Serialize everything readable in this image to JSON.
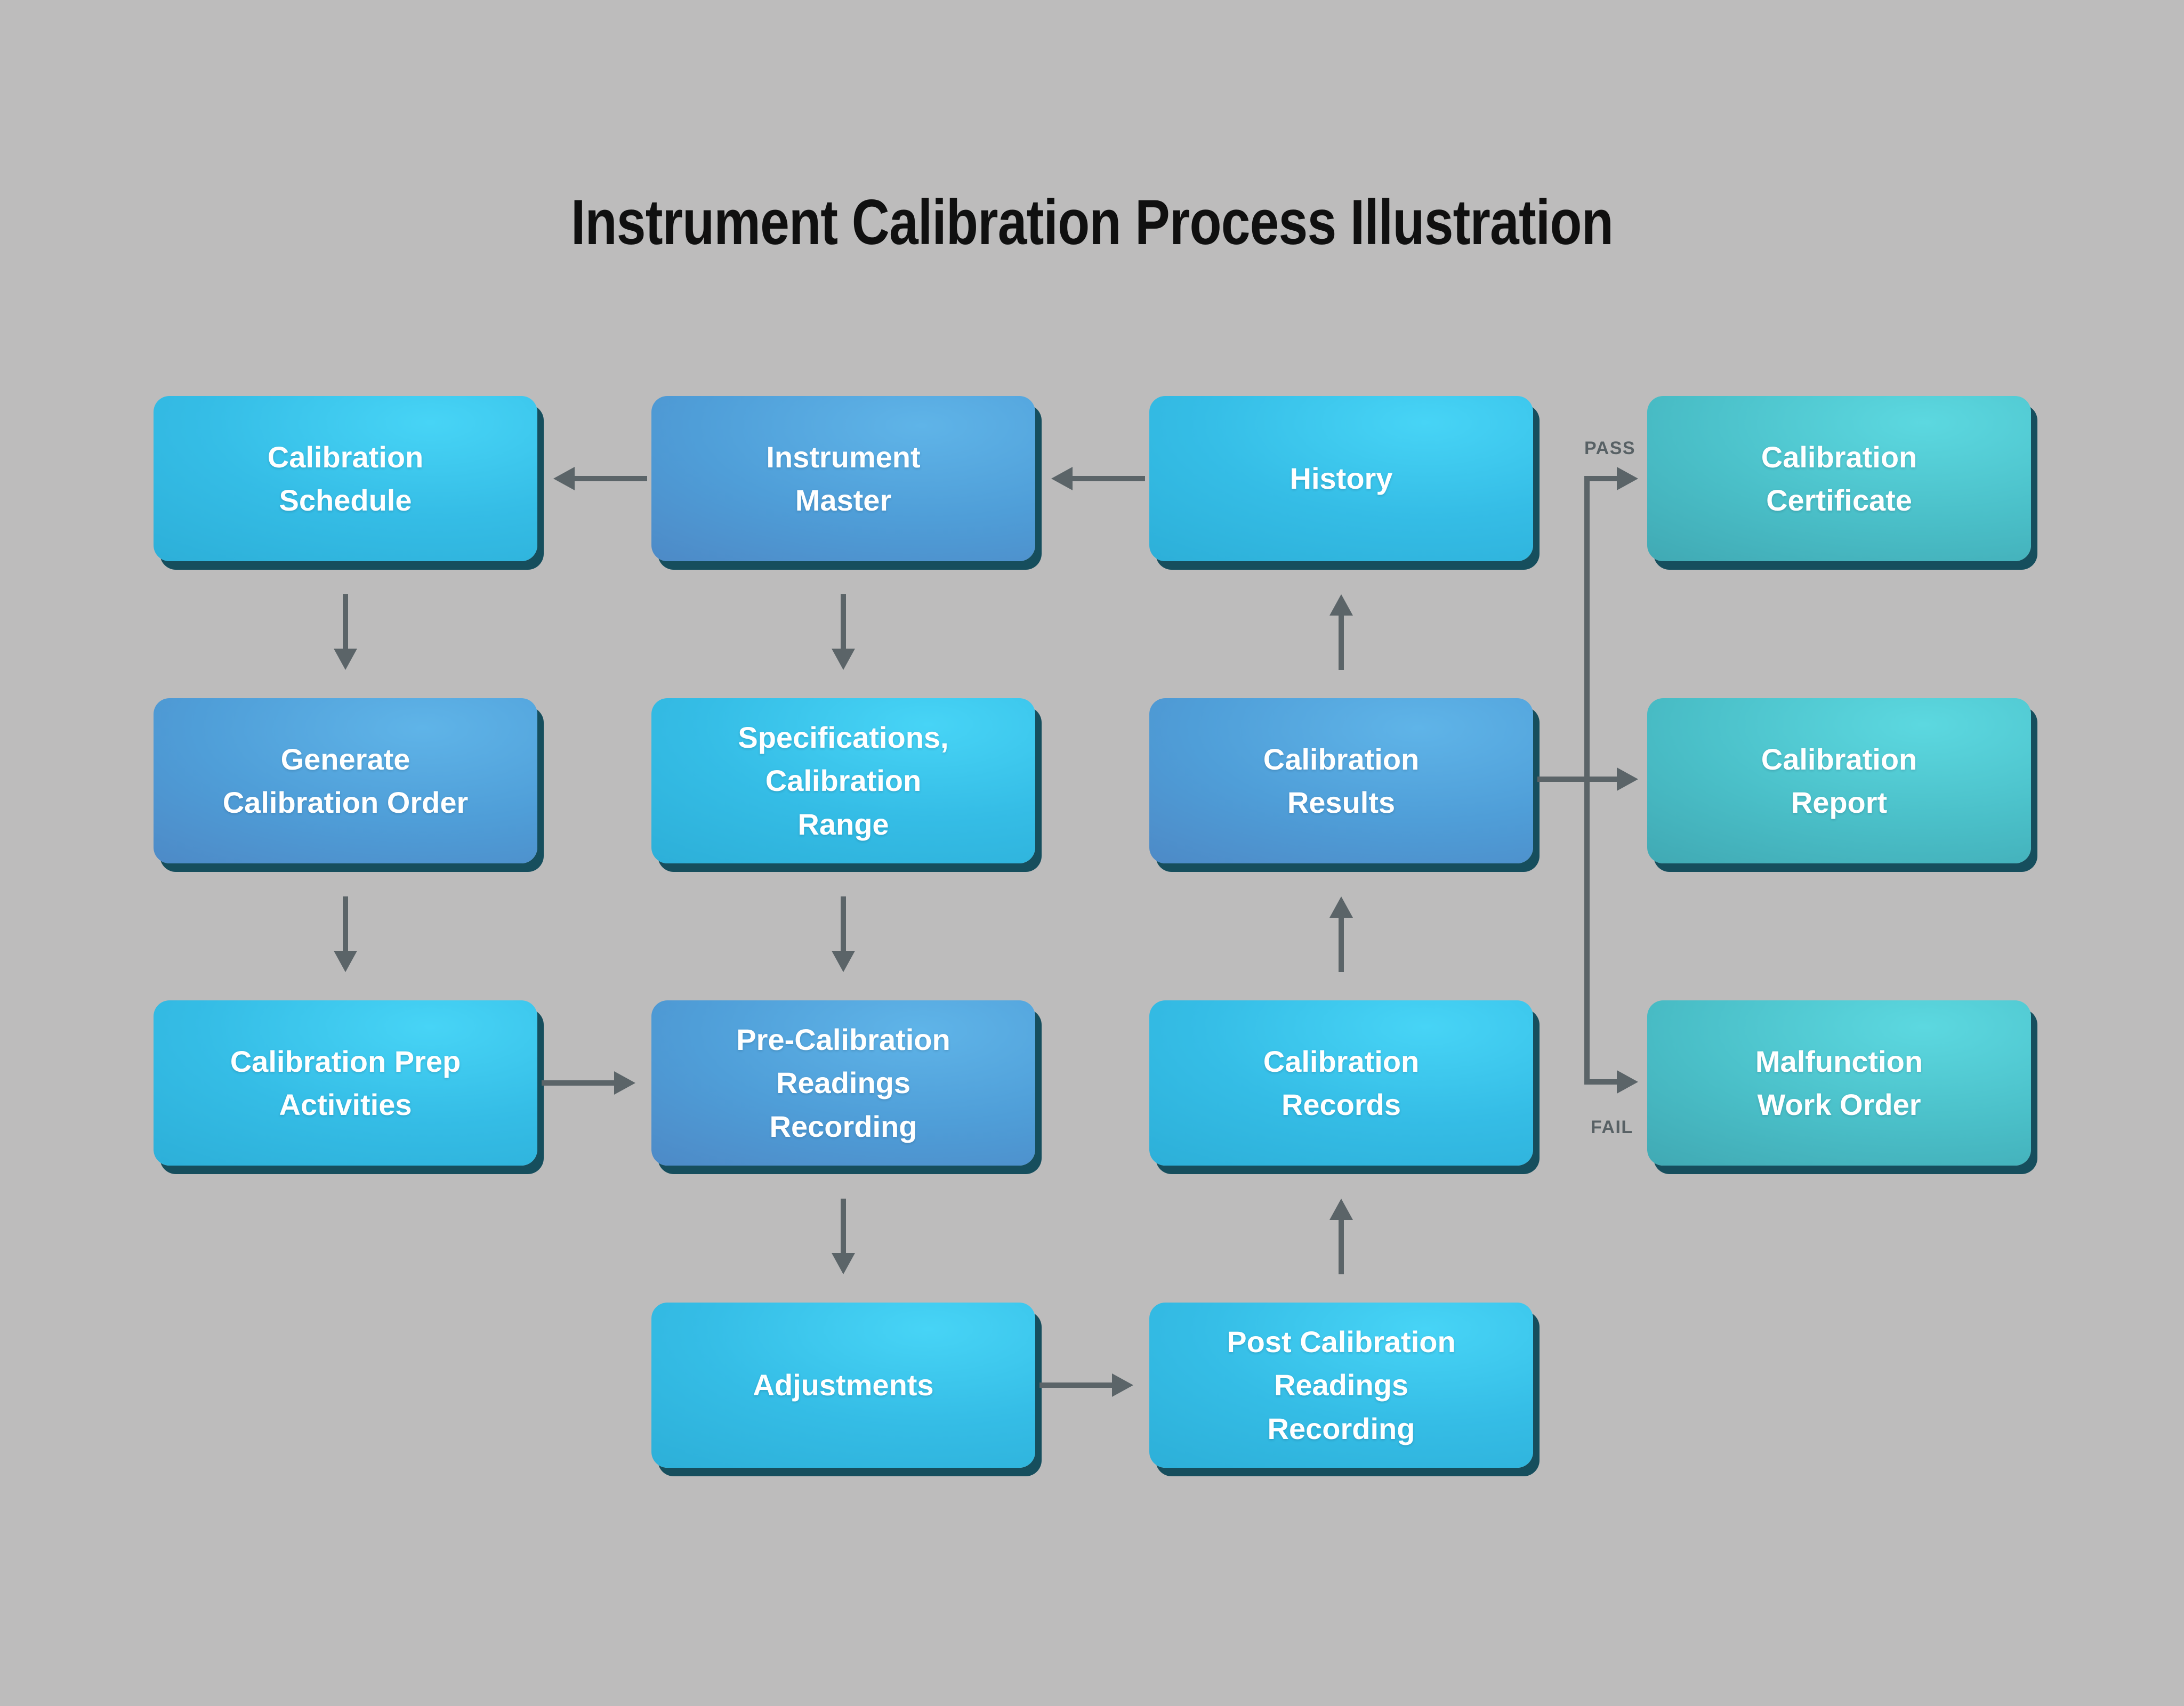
{
  "title": "Instrument Calibration Process Illustration",
  "colors": {
    "background": "#bdbcbc",
    "cyan_box": "#35bde6",
    "blue_box": "#4f9ed8",
    "teal_box": "#4abfc8",
    "box_shadow": "#164e5d",
    "arrow": "#5b6468",
    "box_text": "#ffffff",
    "title_text": "#101010",
    "branch_label_text": "#586165"
  },
  "nodes": [
    {
      "id": "calibration-schedule",
      "label": "Calibration\nSchedule",
      "variant": "cyan"
    },
    {
      "id": "instrument-master",
      "label": "Instrument\nMaster",
      "variant": "blue"
    },
    {
      "id": "history",
      "label": "History",
      "variant": "cyan"
    },
    {
      "id": "calibration-certificate",
      "label": "Calibration\nCertificate",
      "variant": "teal"
    },
    {
      "id": "generate-calibration-order",
      "label": "Generate\nCalibration Order",
      "variant": "blue"
    },
    {
      "id": "specifications-calibration-range",
      "label": "Specifications,\nCalibration\nRange",
      "variant": "cyan"
    },
    {
      "id": "calibration-results",
      "label": "Calibration\nResults",
      "variant": "blue"
    },
    {
      "id": "calibration-report",
      "label": "Calibration\nReport",
      "variant": "teal"
    },
    {
      "id": "calibration-prep-activities",
      "label": "Calibration Prep\nActivities",
      "variant": "cyan"
    },
    {
      "id": "pre-calibration-readings-recording",
      "label": "Pre-Calibration\nReadings\nRecording",
      "variant": "blue"
    },
    {
      "id": "calibration-records",
      "label": "Calibration\nRecords",
      "variant": "cyan"
    },
    {
      "id": "malfunction-work-order",
      "label": "Malfunction\nWork Order",
      "variant": "teal"
    },
    {
      "id": "adjustments",
      "label": "Adjustments",
      "variant": "cyan"
    },
    {
      "id": "post-calibration-readings-recording",
      "label": "Post Calibration\nReadings\nRecording",
      "variant": "cyan"
    }
  ],
  "edges": [
    {
      "from": "instrument-master",
      "to": "calibration-schedule"
    },
    {
      "from": "history",
      "to": "instrument-master"
    },
    {
      "from": "calibration-schedule",
      "to": "generate-calibration-order"
    },
    {
      "from": "instrument-master",
      "to": "specifications-calibration-range"
    },
    {
      "from": "generate-calibration-order",
      "to": "calibration-prep-activities"
    },
    {
      "from": "specifications-calibration-range",
      "to": "pre-calibration-readings-recording"
    },
    {
      "from": "calibration-prep-activities",
      "to": "pre-calibration-readings-recording"
    },
    {
      "from": "pre-calibration-readings-recording",
      "to": "adjustments"
    },
    {
      "from": "adjustments",
      "to": "post-calibration-readings-recording"
    },
    {
      "from": "post-calibration-readings-recording",
      "to": "calibration-records"
    },
    {
      "from": "calibration-records",
      "to": "calibration-results"
    },
    {
      "from": "calibration-results",
      "to": "history"
    },
    {
      "from": "calibration-results",
      "to": "calibration-certificate",
      "label": "PASS"
    },
    {
      "from": "calibration-results",
      "to": "calibration-report"
    },
    {
      "from": "calibration-results",
      "to": "malfunction-work-order",
      "label": "FAIL"
    }
  ]
}
